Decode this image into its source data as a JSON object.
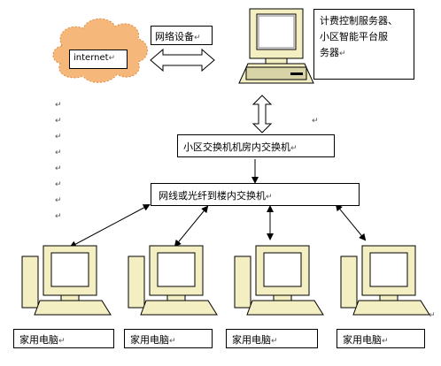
{
  "nodes": {
    "internet": "internet",
    "network_device": "网络设备",
    "server_lines": [
      "计费控制服务器、",
      "小区智能平台服",
      "务器"
    ],
    "core_switch": "小区交换机机房内交换机",
    "building_switch": "网线或光纤到楼内交换机",
    "home_pc_label": "家用电脑"
  },
  "mark": "↵",
  "colors": {
    "cloud": "#f6b87a",
    "monitor_body": "#f3efc2",
    "screen": "#ffffff",
    "stroke": "#000000"
  }
}
